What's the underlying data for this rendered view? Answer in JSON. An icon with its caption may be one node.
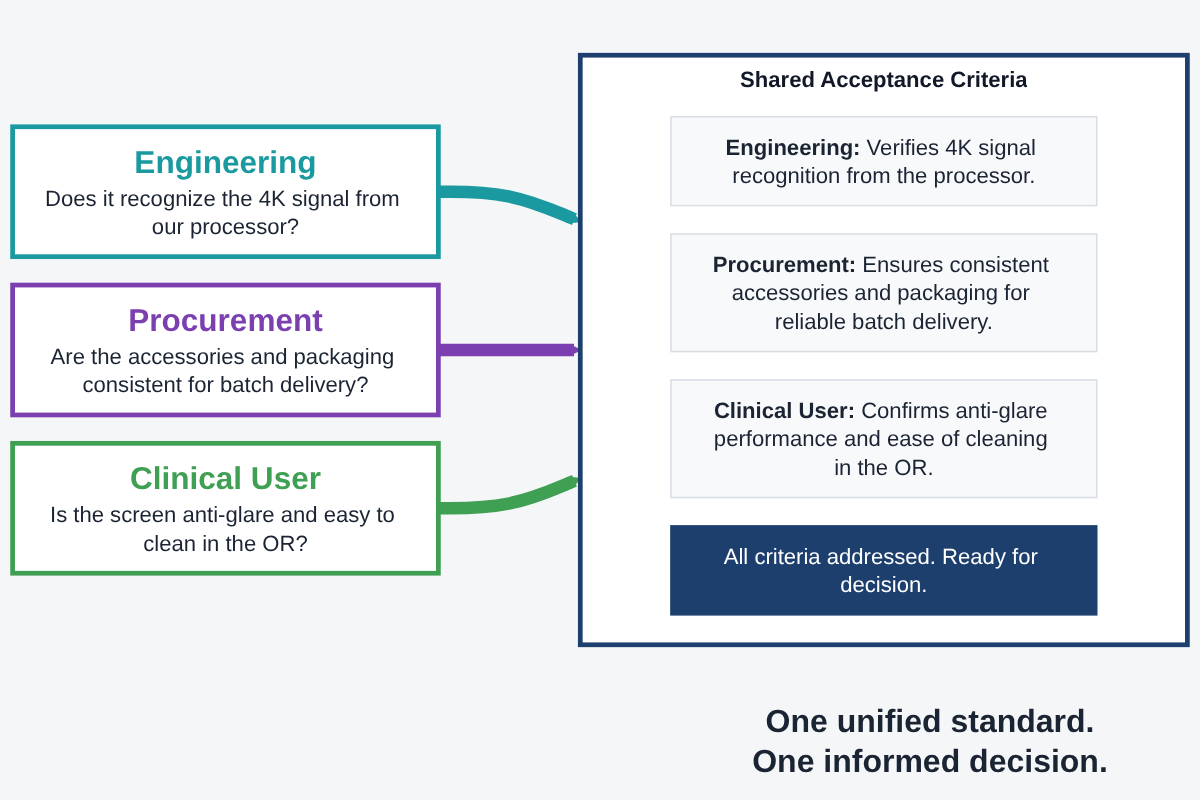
{
  "diagram": {
    "nodes": [
      {
        "text": [
          "Engineering",
          "Does it recognize the 4K signal from our processor?"
        ]
      },
      {
        "text": [
          "Procurement",
          "Are the accessories and packaging consistent for batch delivery?"
        ]
      },
      {
        "text": [
          "Clinical User",
          "Is the screen anti-glare and easy to clean in the OR?"
        ]
      },
      {
        "text": [
          "Shared Acceptance Criteria"
        ]
      },
      {
        "text": [
          "**Engineering:** Verifies 4K signal recognition from the processor."
        ],
        "in": 3
      },
      {
        "text": [
          "**Procurement:** Ensures consistent accessories and packaging for reliable batch delivery."
        ],
        "in": 3
      },
      {
        "text": [
          "**Clinical User:** Confirms anti-glare performance and ease of cleaning in the OR."
        ],
        "in": 3
      },
      {
        "text": [
          "All criteria addressed. Ready for decision."
        ],
        "in": 3
      }
    ],
    "edges": [
      {
        "from": 0,
        "to": 3,
        "arrow": "to",
        "color": "#1a9aa0"
      },
      {
        "from": 1,
        "to": 3,
        "arrow": "to",
        "color": "#7b3fb0"
      },
      {
        "from": 2,
        "to": 3,
        "arrow": "to",
        "color": "#3f9f52"
      }
    ],
    "labels": [
      "One unified standard. One informed decision."
    ]
  }
}
